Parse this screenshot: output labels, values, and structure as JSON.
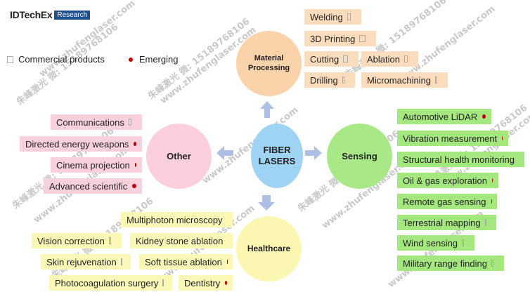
{
  "brand": {
    "name": "IDTechEx",
    "tag": "Research"
  },
  "legend": {
    "commercial": "Commercial products",
    "emerging": "Emerging"
  },
  "center": {
    "line1": "FIBER",
    "line2": "LASERS"
  },
  "nodes": {
    "material": {
      "line1": "Material",
      "line2": "Processing"
    },
    "other": {
      "label": "Other"
    },
    "sensing": {
      "label": "Sensing"
    },
    "healthcare": {
      "label": "Healthcare"
    }
  },
  "material_items": [
    {
      "label": "Welding",
      "status": "commercial"
    },
    {
      "label": "3D Printing",
      "status": "commercial"
    },
    {
      "label": "Cutting",
      "status": "commercial"
    },
    {
      "label": "Ablation",
      "status": "commercial"
    },
    {
      "label": "Drilling",
      "status": "commercial"
    },
    {
      "label": "Micromachining",
      "status": "commercial"
    }
  ],
  "other_items": [
    {
      "label": "Communications",
      "status": "commercial"
    },
    {
      "label": "Directed energy weapons",
      "status": "emerging"
    },
    {
      "label": "Cinema projection",
      "status": "emerging"
    },
    {
      "label": "Advanced scientific",
      "status": "emerging"
    }
  ],
  "sensing_items": [
    {
      "label": "Automotive LiDAR",
      "status": "emerging"
    },
    {
      "label": "Vibration measurement",
      "status": "emerging"
    },
    {
      "label": "Structural health monitoring",
      "status": "emerging"
    },
    {
      "label": "Oil & gas exploration",
      "status": "emerging"
    },
    {
      "label": "Remote gas sensing",
      "status": "emerging"
    },
    {
      "label": "Terrestrial mapping",
      "status": "commercial"
    },
    {
      "label": "Wind sensing",
      "status": "commercial"
    },
    {
      "label": "Military range finding",
      "status": "commercial"
    }
  ],
  "healthcare_items": [
    {
      "label": "Multiphoton microscopy",
      "status": "emerging"
    },
    {
      "label": "Vision correction",
      "status": "commercial"
    },
    {
      "label": "Kidney stone ablation",
      "status": "emerging"
    },
    {
      "label": "Skin rejuvenation",
      "status": "commercial"
    },
    {
      "label": "Soft tissue ablation",
      "status": "emerging"
    },
    {
      "label": "Photocoagulation surgery",
      "status": "commercial"
    },
    {
      "label": "Dentistry",
      "status": "emerging"
    }
  ],
  "watermark": {
    "cn": "朱峰激光 微: 15189768106",
    "url": "www.zhufenglaser.com"
  },
  "colors": {
    "material_circle": "#fbd3aa",
    "material_tag": "#fbdcbc",
    "other_circle": "#fbcfdc",
    "other_tag": "#f8d1dc",
    "sensing_circle": "#a9e886",
    "sensing_tag": "#a5e77f",
    "health_circle": "#fbf7b3",
    "health_tag": "#fbf7b6",
    "center_circle": "#9fd3f3",
    "arrow": "#aebfe6",
    "emerging_dot": "#c00000",
    "brand_tag": "#1f4e8c"
  }
}
